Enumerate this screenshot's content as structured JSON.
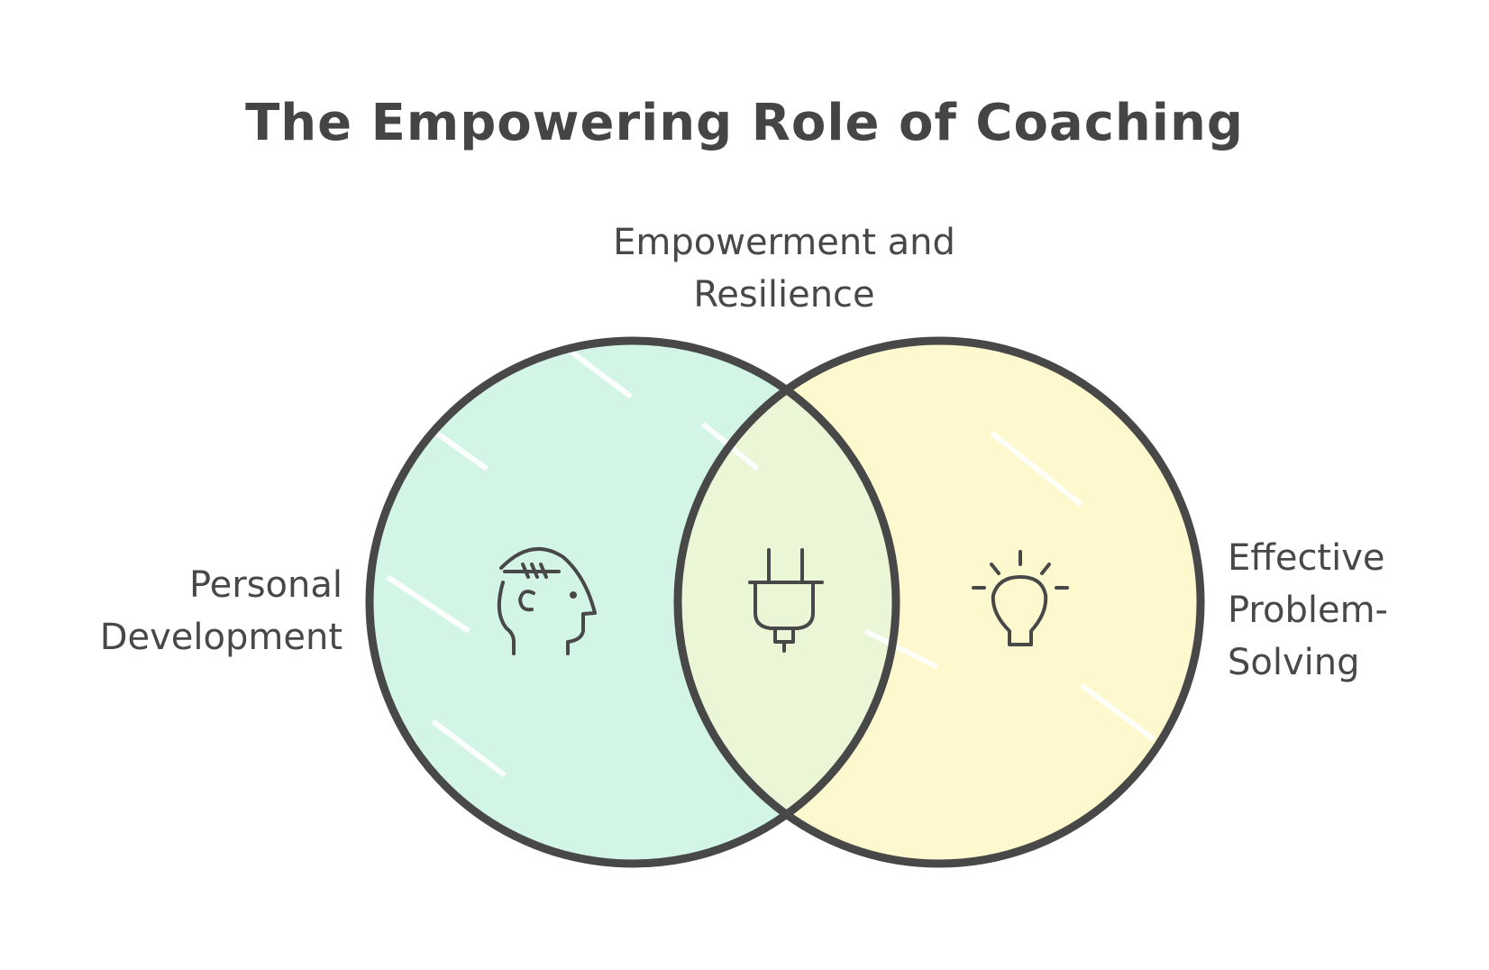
{
  "title": "The Empowering Role of Coaching",
  "sets": [
    {
      "id": "left",
      "label_lines": [
        "Personal",
        "Development"
      ],
      "icon": "head-icon",
      "fill": "#d3f5e6"
    },
    {
      "id": "right",
      "label_lines": [
        "Effective",
        "Problem-",
        "Solving"
      ],
      "icon": "lightbulb-icon",
      "fill": "#fdf8cd"
    }
  ],
  "intersection": {
    "label_lines": [
      "Empowerment and",
      "Resilience"
    ],
    "icon": "plug-icon",
    "fill": "#eaf6d6"
  },
  "colors": {
    "stroke": "#484848",
    "left_fill": "#d3f5e6",
    "right_fill": "#fdf8cd",
    "overlap_fill": "#eaf6d6"
  }
}
